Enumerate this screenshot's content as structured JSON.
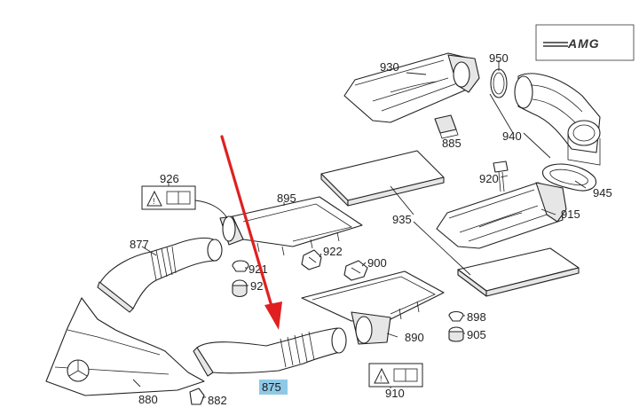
{
  "brand": {
    "logo_text": "AMG"
  },
  "highlight": {
    "part": "875",
    "color": "#8ec9e6"
  },
  "arrow": {
    "color": "#e02020",
    "points_to": "875"
  },
  "parts": [
    {
      "id": "p930",
      "label": "930"
    },
    {
      "id": "p950",
      "label": "950"
    },
    {
      "id": "p885",
      "label": "885"
    },
    {
      "id": "p940",
      "label": "940"
    },
    {
      "id": "p920",
      "label": "920"
    },
    {
      "id": "p945",
      "label": "945"
    },
    {
      "id": "p926",
      "label": "926"
    },
    {
      "id": "p895",
      "label": "895"
    },
    {
      "id": "p935",
      "label": "935"
    },
    {
      "id": "p915",
      "label": "915"
    },
    {
      "id": "p877",
      "label": "877"
    },
    {
      "id": "p921",
      "label": "921"
    },
    {
      "id": "p92",
      "label": "92"
    },
    {
      "id": "p922",
      "label": "922"
    },
    {
      "id": "p900",
      "label": "900"
    },
    {
      "id": "p898",
      "label": "898"
    },
    {
      "id": "p905",
      "label": "905"
    },
    {
      "id": "p890",
      "label": "890"
    },
    {
      "id": "p880",
      "label": "880"
    },
    {
      "id": "p882",
      "label": "882"
    },
    {
      "id": "p875",
      "label": "875"
    },
    {
      "id": "p910",
      "label": "910"
    }
  ]
}
